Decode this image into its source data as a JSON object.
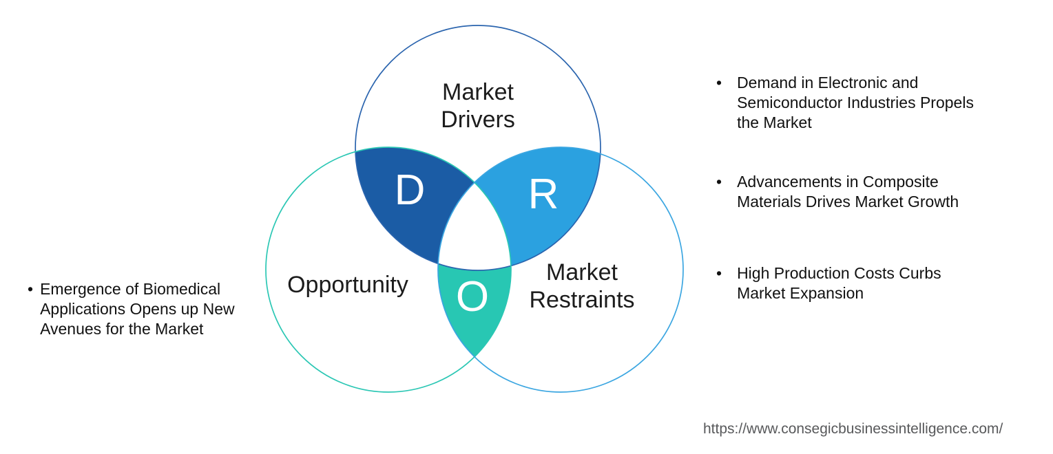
{
  "venn": {
    "drivers": {
      "line1": "Market",
      "line2": "Drivers",
      "letter": "D"
    },
    "opportunity": {
      "label": "Opportunity",
      "letter": "O"
    },
    "restraints": {
      "line1": "Market",
      "line2": "Restraints",
      "letter": "R"
    }
  },
  "colors": {
    "drivers_stroke": "#2a64ae",
    "opportunity_stroke": "#2bc7b4",
    "restraints_stroke": "#3ba6e1",
    "d_fill": "#1b5ca5",
    "r_fill": "#2ba1e0",
    "o_fill": "#28c7b3",
    "bullet_text": "#111111",
    "url_text": "#58595b"
  },
  "left_bullets": [
    {
      "lines": [
        "Emergence of Biomedical",
        "Applications Opens up New",
        "Avenues for the Market"
      ]
    }
  ],
  "right_bullets": [
    {
      "lines": [
        "Demand in Electronic and",
        "Semiconductor Industries Propels",
        "the Market"
      ]
    },
    {
      "lines": [
        "Advancements in Composite",
        "Materials Drives Market Growth"
      ]
    },
    {
      "lines": [
        "High Production Costs Curbs",
        "Market Expansion"
      ]
    }
  ],
  "footer": {
    "url": "https://www.consegicbusinessintelligence.com/"
  },
  "ui": {
    "bullet_char": "•"
  }
}
